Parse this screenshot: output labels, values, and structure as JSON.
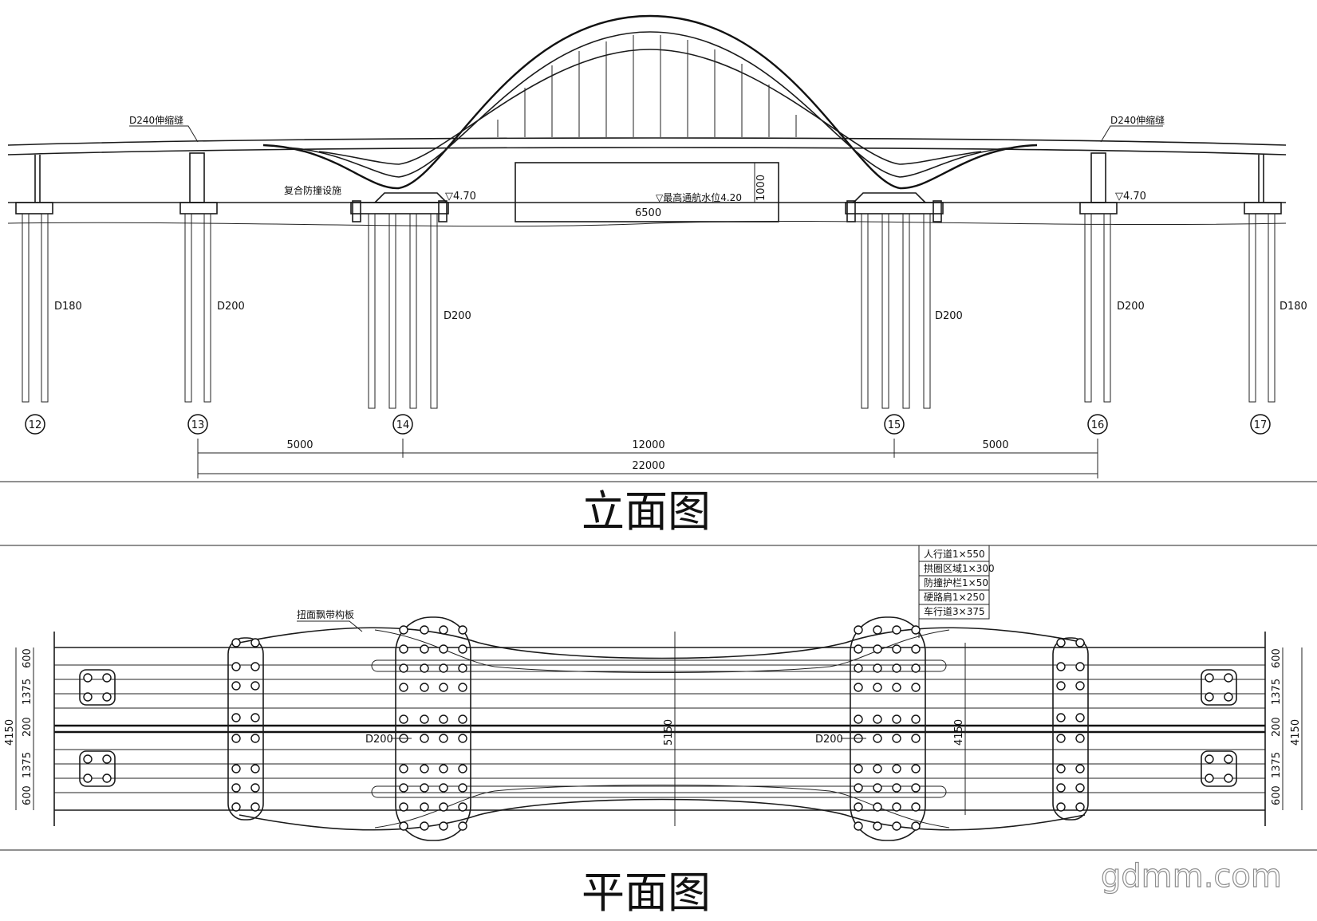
{
  "elevation": {
    "title": "立面图",
    "joint_left": "D240伸缩缝",
    "joint_right": "D240伸缩缝",
    "collision_label": "复合防撞设施",
    "clearance_height": "1000",
    "clearance_width": "6500",
    "water_level": "▽最高通航水位4.20",
    "elev_left": "▽4.70",
    "elev_right": "▽4.70",
    "pile_d_12": "D180",
    "pile_d_13": "D200",
    "pile_d_14": "D200",
    "pile_d_15": "D200",
    "pile_d_16": "D200",
    "pile_d_17": "D180",
    "piers": [
      "12",
      "13",
      "14",
      "15",
      "16",
      "17"
    ],
    "span_left": "5000",
    "span_main": "12000",
    "span_right": "5000",
    "span_total": "22000"
  },
  "plan": {
    "title": "平面图",
    "deck_label": "扭面飘带构板",
    "lanes": [
      "人行道1×550",
      "拱圈区域1×300",
      "防撞护栏1×50",
      "硬路肩1×250",
      "车行道3×375"
    ],
    "pile_left": "D200",
    "pile_right": "D200",
    "width_total_left": "4150",
    "width_total_right": "4150",
    "dims_left": [
      "600",
      "1375",
      "200",
      "1375",
      "600"
    ],
    "dims_right": [
      "600",
      "1375",
      "200",
      "1375",
      "600"
    ],
    "width_center": "5150",
    "width_arch": "4150"
  },
  "watermark": "gdmm.com"
}
